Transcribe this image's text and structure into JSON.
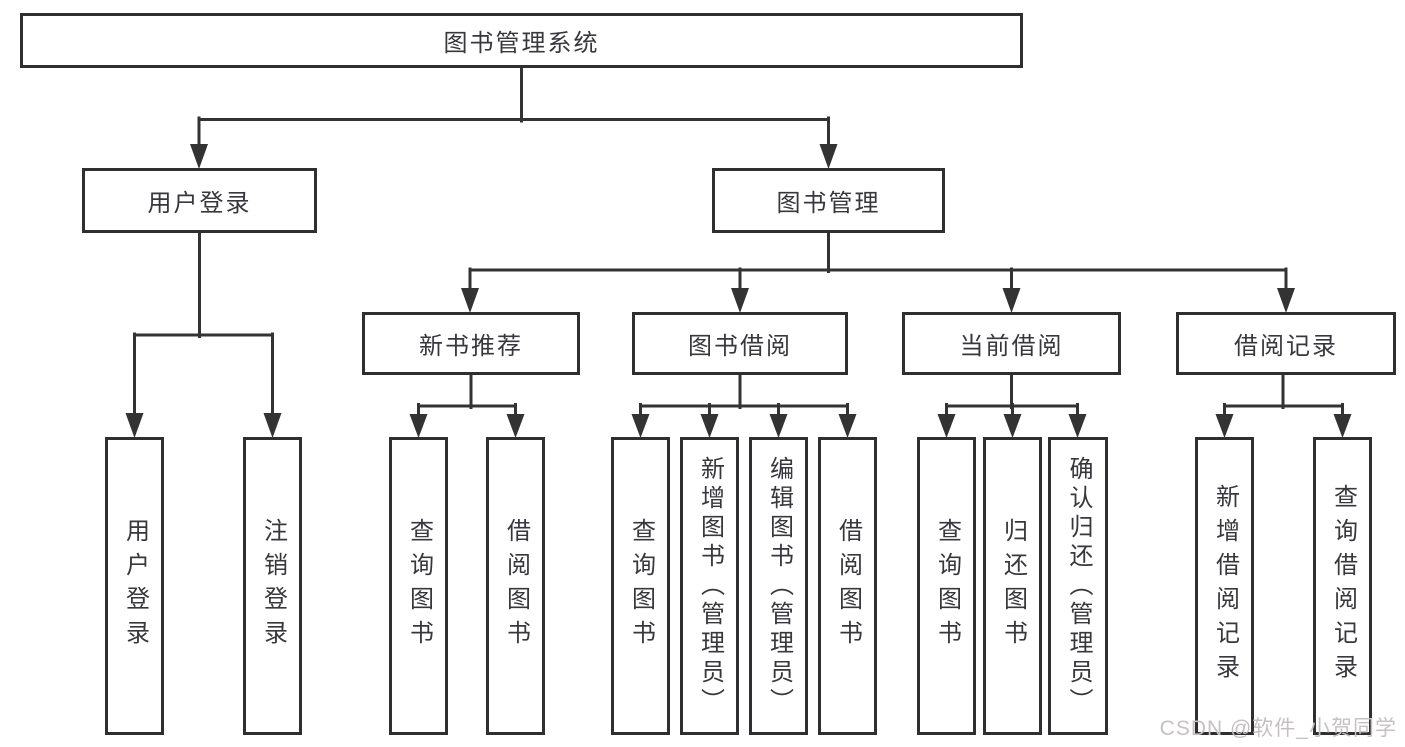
{
  "diagram": {
    "root": {
      "label": "图书管理系统"
    },
    "login_branch": {
      "label": "用户登录",
      "children": [
        {
          "label": "用户登录"
        },
        {
          "label": "注销登录"
        }
      ]
    },
    "manage_branch": {
      "label": "图书管理",
      "groups": [
        {
          "label": "新书推荐",
          "children": [
            {
              "label": "查询图书"
            },
            {
              "label": "借阅图书"
            }
          ]
        },
        {
          "label": "图书借阅",
          "children": [
            {
              "label": "查询图书"
            },
            {
              "label": "新增图书（管理员）"
            },
            {
              "label": "编辑图书（管理员）"
            },
            {
              "label": "借阅图书"
            }
          ]
        },
        {
          "label": "当前借阅",
          "children": [
            {
              "label": "查询图书"
            },
            {
              "label": "归还图书"
            },
            {
              "label": "确认归还（管理员）"
            }
          ]
        },
        {
          "label": "借阅记录",
          "children": [
            {
              "label": "新增借阅记录"
            },
            {
              "label": "查询借阅记录"
            }
          ]
        }
      ]
    },
    "colors": {
      "line": "#333333",
      "border": "#2f2f31",
      "text": "#38383c",
      "background": "#ffffff"
    }
  },
  "watermark": {
    "text": "CSDN @软件_小贺同学",
    "color": "#c6c1c1"
  }
}
